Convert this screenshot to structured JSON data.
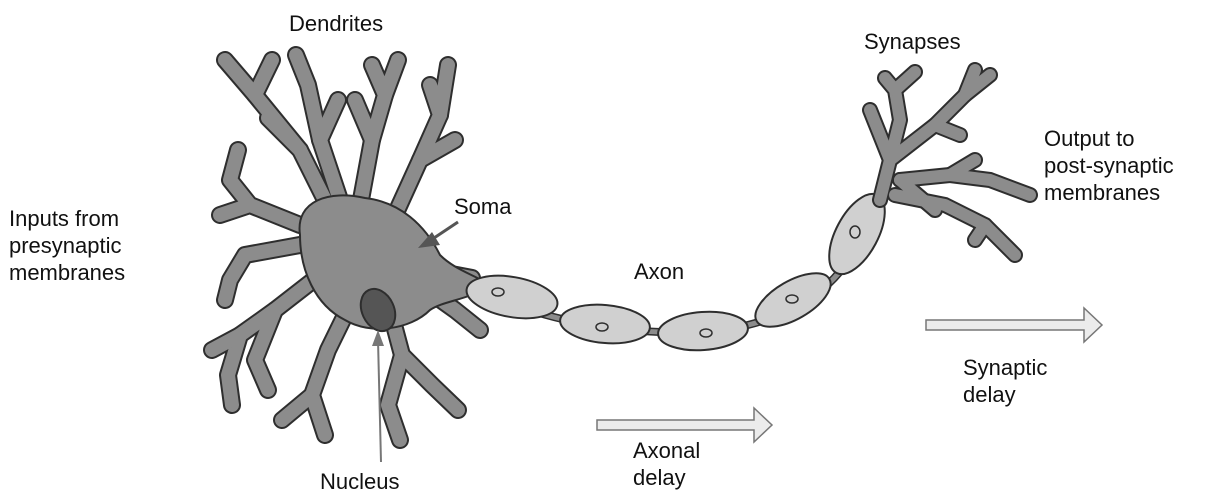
{
  "labels": {
    "dendrites": "Dendrites",
    "synapses": "Synapses",
    "output": [
      "Output to",
      "post-synaptic",
      "membranes"
    ],
    "inputs": [
      "Inputs from",
      "presynaptic",
      "membranes"
    ],
    "soma": "Soma",
    "axon": "Axon",
    "nucleus": "Nucleus",
    "axonal_delay": [
      "Axonal",
      "delay"
    ],
    "synaptic_delay": [
      "Synaptic",
      "delay"
    ]
  },
  "colors": {
    "cell_body": "#8c8c8c",
    "outline": "#3a3a3a",
    "nucleus": "#555555",
    "myelin": "#d0d0d0",
    "arrow": "#bdbdbd"
  }
}
